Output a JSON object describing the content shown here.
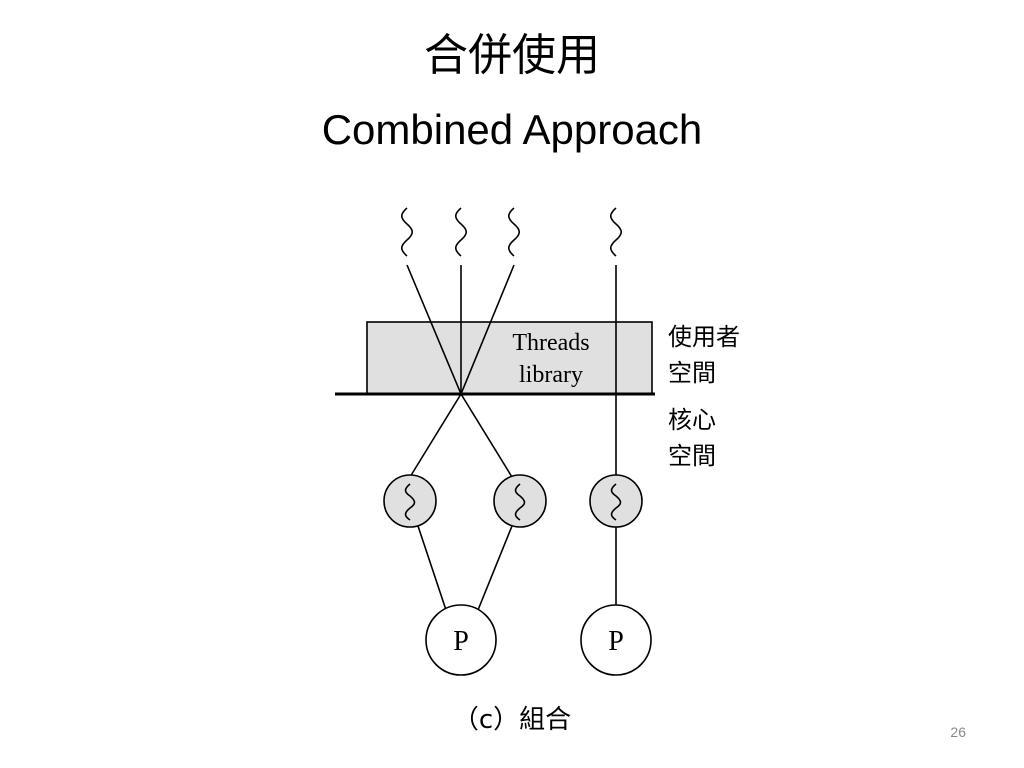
{
  "slide": {
    "title_zh": "合併使用",
    "title_en": "Combined Approach",
    "page_number": "26"
  },
  "diagram": {
    "library_label_line1": "Threads",
    "library_label_line2": "library",
    "user_space_line1": "使用者",
    "user_space_line2": "空間",
    "kernel_space_line1": "核心",
    "kernel_space_line2": "空間",
    "processor_label_1": "P",
    "processor_label_2": "P",
    "caption": "（c）組合",
    "library_fill": "#e0e0e0",
    "kernel_thread_fill": "#e0e0e0"
  }
}
